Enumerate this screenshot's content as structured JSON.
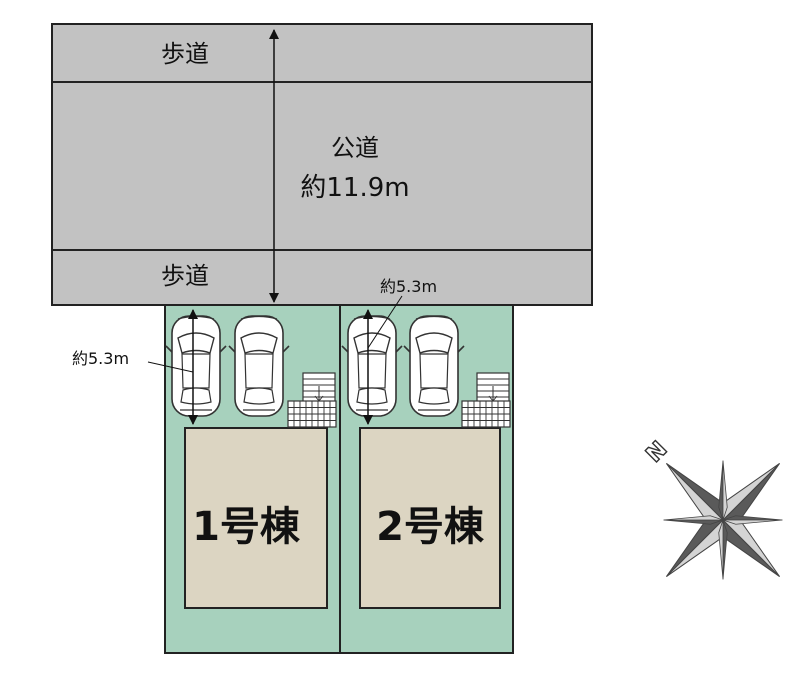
{
  "labels": {
    "sidewalk_top": "歩道",
    "road": "公道",
    "road_width": "約11.9m",
    "sidewalk_bottom": "歩道",
    "lot1_width": "約5.3m",
    "lot2_width": "約5.3m",
    "house1": "1号棟",
    "house2": "2号棟",
    "north_marker": "N"
  },
  "colors": {
    "road": "#c2c2c2",
    "sidewalk": "#c2c2c2",
    "lot": "#a7d1bd",
    "house": "#dcd5c2",
    "outline": "#2a2a2a",
    "compass_dark": "#5a5a5a",
    "compass_light": "#cfcfcf"
  },
  "icons": [
    "car-icon",
    "meter-box-icon",
    "grate-icon",
    "compass-icon",
    "dimension-arrow-icon"
  ]
}
